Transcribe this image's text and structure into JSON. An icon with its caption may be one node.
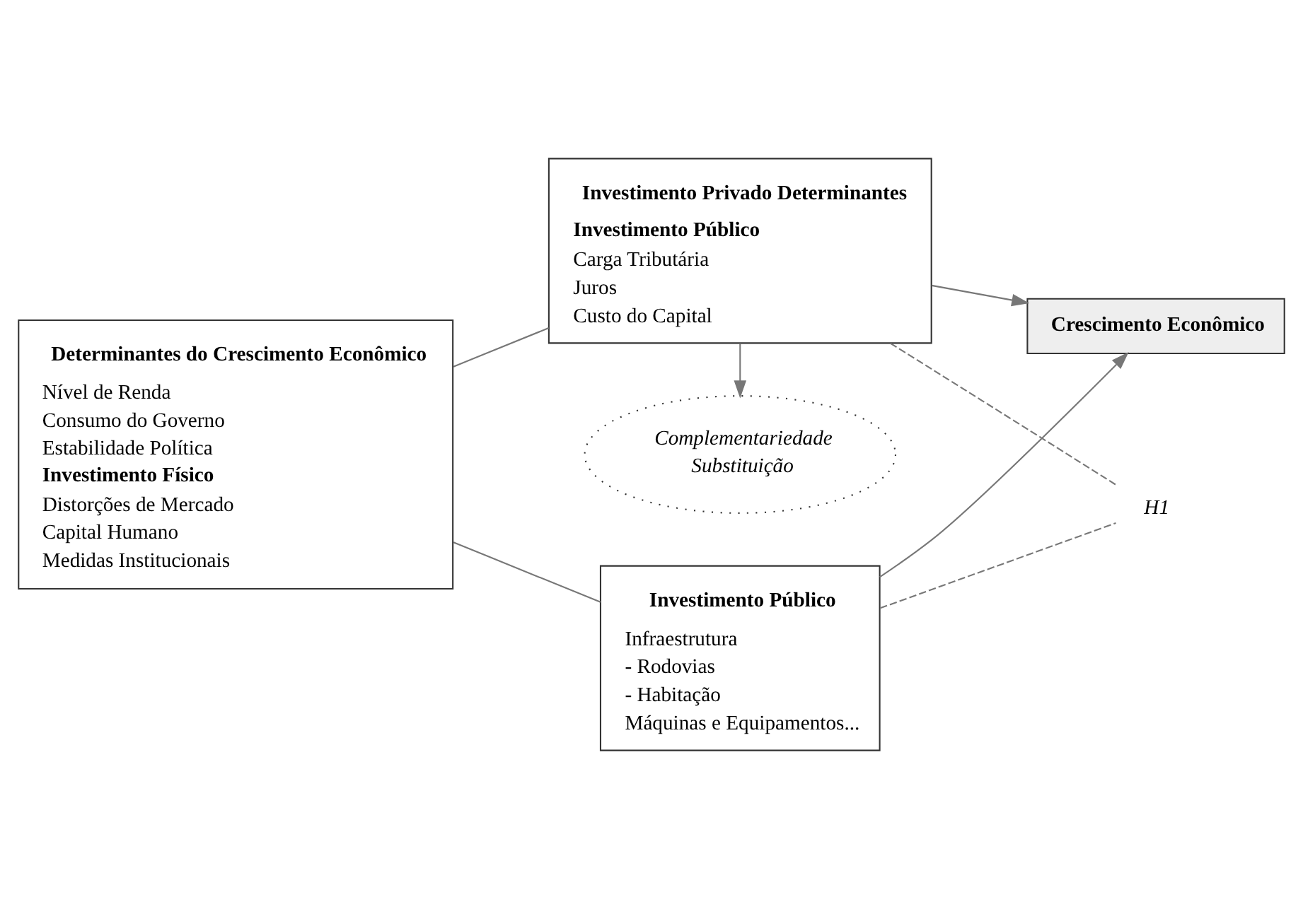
{
  "diagram": {
    "nodes": [
      {
        "text": [
          "Determinantes do Crescimento Econômico",
          "Nível de Renda",
          "Consumo do Governo",
          "Estabilidade Política",
          "Investimento Físico",
          "Distorções de Mercado",
          "Capital Humano",
          "Medidas Institucionais"
        ]
      },
      {
        "text": [
          "Investimento Público",
          "Infraestrutura",
          "- Rodovias",
          "- Habitação",
          "Máquinas e Equipamentos..."
        ]
      },
      {
        "text": [
          "Complementariedade",
          "Substituição"
        ]
      },
      {
        "text": [
          "Investimento Privado Determinantes",
          "Investimento Público",
          "Carga Tributária",
          "Juros",
          "Custo do Capital"
        ]
      },
      {
        "text": [
          "Crescimento Econômico"
        ]
      },
      {
        "text": [
          "H1"
        ]
      }
    ],
    "edges": [
      {
        "from": 0,
        "to": 1,
        "arrow": "none"
      },
      {
        "from": 0,
        "to": 3,
        "arrow": "none"
      },
      {
        "from": 1,
        "to": 4,
        "arrow": "to"
      },
      {
        "from": 3,
        "to": 4,
        "arrow": "to"
      },
      {
        "from": 3,
        "to": 2,
        "arrow": "to"
      },
      {
        "from": 1,
        "to": 5,
        "arrow": "none",
        "style": "dashed"
      },
      {
        "from": 3,
        "to": 5,
        "arrow": "none",
        "style": "dashed"
      }
    ]
  }
}
